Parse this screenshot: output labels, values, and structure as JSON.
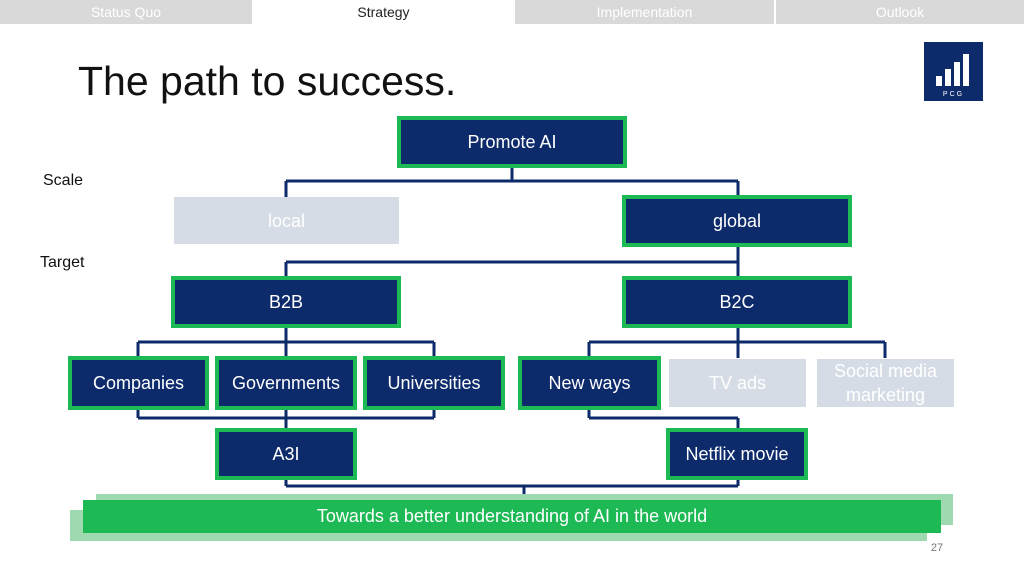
{
  "tabs": [
    {
      "label": "Status Quo",
      "active": false
    },
    {
      "label": "Strategy",
      "active": true
    },
    {
      "label": "Implementation",
      "active": false
    },
    {
      "label": "Outlook",
      "active": false
    }
  ],
  "title": "The path to success.",
  "logo": {
    "text": "PCG"
  },
  "labels": {
    "scale": "Scale",
    "target": "Target"
  },
  "nodes": {
    "promote_ai": "Promote AI",
    "local": "local",
    "global": "global",
    "b2b": "B2B",
    "b2c": "B2C",
    "companies": "Companies",
    "governments": "Governments",
    "universities": "Universities",
    "new_ways": "New ways",
    "tv_ads": "TV ads",
    "social_media": "Social media marketing",
    "a3i": "A3I",
    "netflix_movie": "Netflix movie"
  },
  "banner": "Towards a better understanding of AI in the world",
  "page_number": "27",
  "colors": {
    "navy": "#0d2a6b",
    "green": "#1db954",
    "grey": "#d6dce5",
    "tab_grey": "#d9d9d9"
  }
}
